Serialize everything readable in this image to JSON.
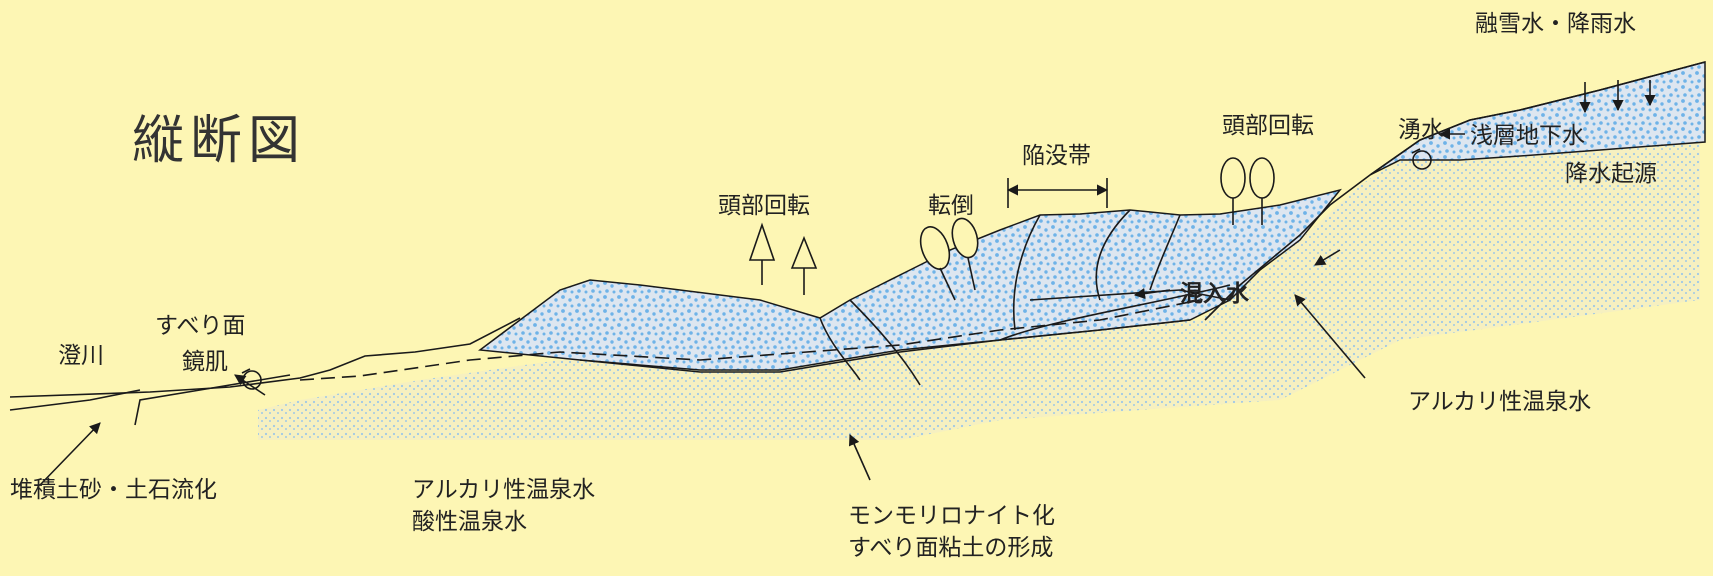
{
  "title": "縦断図",
  "labels": {
    "snowmelt_rain": "融雪水・降雨水",
    "shallow_groundwater": "浅層地下水",
    "precip_origin": "降水起源",
    "spring_water": "湧水",
    "head_rotation_right": "頭部回転",
    "subsidence_zone": "陥没帯",
    "toppling": "転倒",
    "head_rotation_left": "頭部回転",
    "mixed_water": "混入水",
    "alkaline_hot_spring_right": "アルカリ性温泉水",
    "sumi_river": "澄川",
    "slip_surface": "すべり面",
    "slickenside": "鏡肌",
    "sediment": "堆積土砂・土石流化",
    "alkaline_hot_spring_left": "アルカリ性温泉水",
    "acidic_hot_spring": "酸性温泉水",
    "montmorillonite": "モンモリロナイト化",
    "slip_clay": "すべり面粘土の形成"
  },
  "colors": {
    "background": "#fdf6b4",
    "landslide_fill": "#dde6f0",
    "dots": "#6fb3e8",
    "stroke": "#1a1a1a"
  }
}
